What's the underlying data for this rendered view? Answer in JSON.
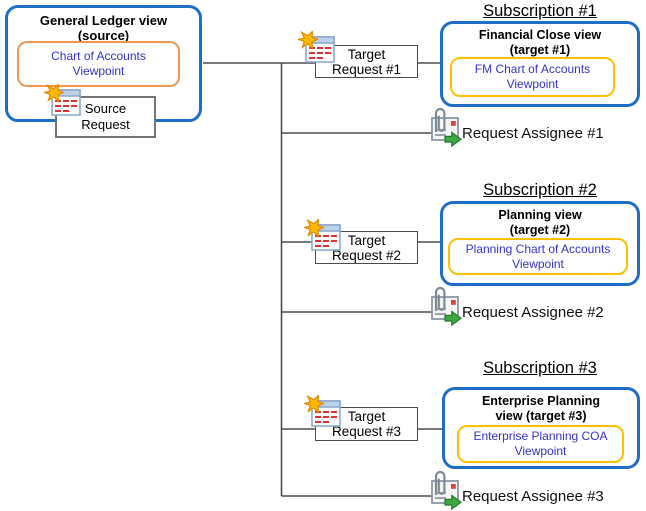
{
  "colors": {
    "view_border_blue": "#1E6EC8",
    "source_viewpoint_border_orange": "#ED9853",
    "target_viewpoint_border_gold": "#FFC000",
    "viewpoint_text_blue": "#3333CC",
    "connector_line": "#4d4d4d",
    "assignee_arrow_green": "#3EA843",
    "request_star_gold": "#FFB900",
    "request_icon_red_rows": "#E03030"
  },
  "icons": {
    "new_request": "spreadsheet-with-star-burst",
    "assignee": "note-with-paperclip-and-green-arrow"
  },
  "source": {
    "title_line1": "General Ledger view",
    "title_line2": "(source)",
    "viewpoint_line1": "Chart of Accounts",
    "viewpoint_line2": "Viewpoint",
    "request_line1": "Source",
    "request_line2": "Request"
  },
  "subscriptions": [
    {
      "heading": "Subscription #1",
      "view_title_line1": "Financial Close view",
      "view_title_line2": "(target #1)",
      "viewpoint_line1": "FM Chart of Accounts",
      "viewpoint_line2": "Viewpoint",
      "target_request_line1": "Target",
      "target_request_line2": "Request #1",
      "assignee_label": "Request Assignee #1"
    },
    {
      "heading": "Subscription #2",
      "view_title_line1": "Planning view",
      "view_title_line2": "(target #2)",
      "viewpoint_line1": "Planning Chart of Accounts",
      "viewpoint_line2": "Viewpoint",
      "target_request_line1": "Target",
      "target_request_line2": "Request #2",
      "assignee_label": "Request Assignee #2"
    },
    {
      "heading": "Subscription #3",
      "view_title_line1": "Enterprise Planning",
      "view_title_line2": "view (target #3)",
      "viewpoint_line1": "Enterprise Planning COA",
      "viewpoint_line2": "Viewpoint",
      "target_request_line1": "Target",
      "target_request_line2": "Request #3",
      "assignee_label": "Request Assignee #3"
    }
  ]
}
